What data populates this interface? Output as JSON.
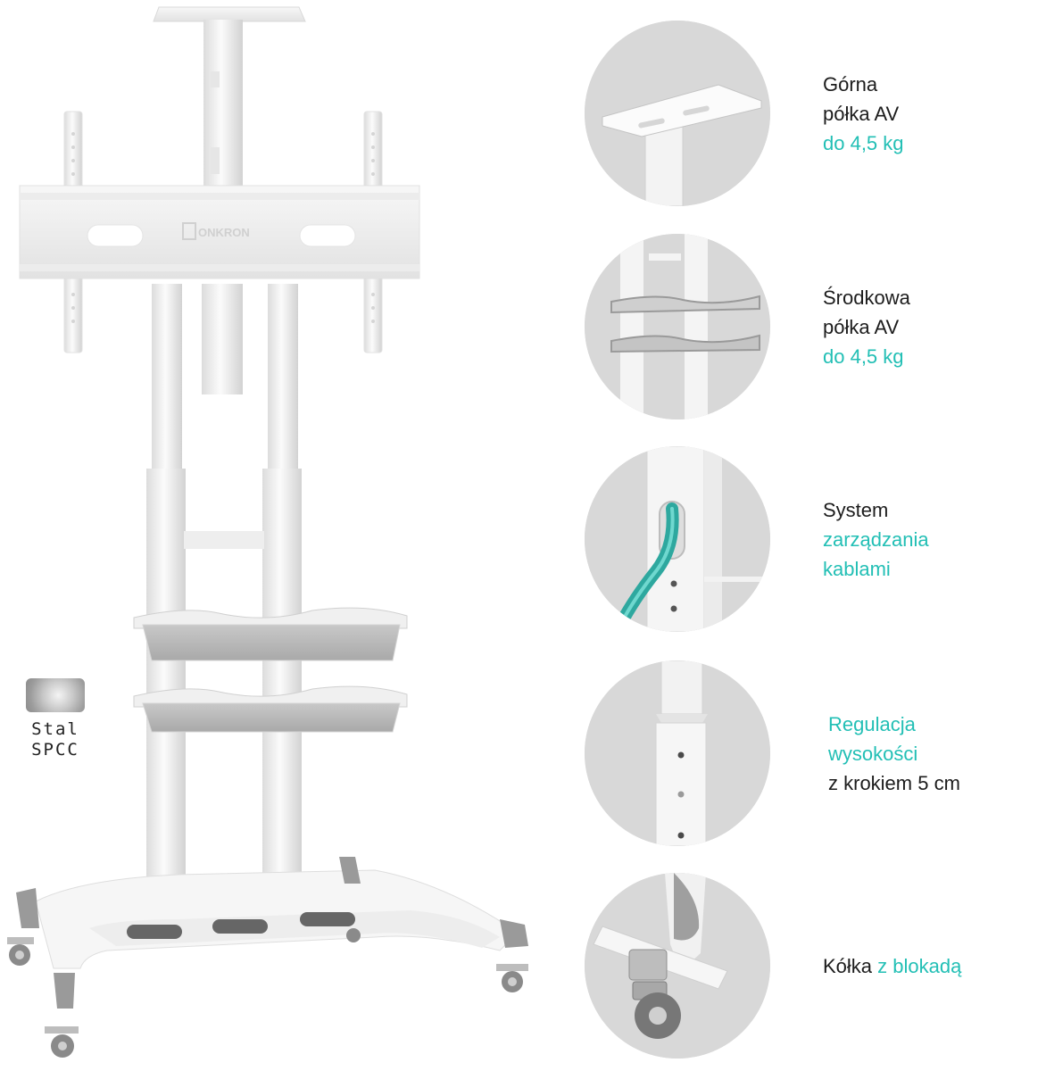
{
  "product": {
    "brand_logo_text": "ONKRON"
  },
  "material": {
    "line1": "Stal",
    "line2": "SPCC"
  },
  "colors": {
    "accent": "#22bfb5",
    "text": "#1c1c1c",
    "stand": "#f1f1f1",
    "circle_bg": "#dcdcdc"
  },
  "features": [
    {
      "icon": "top-shelf-icon",
      "lines": [
        {
          "text": "Górna",
          "accent": false
        },
        {
          "text": "półka AV",
          "accent": false
        },
        {
          "text": "do 4,5 kg",
          "accent": true
        }
      ]
    },
    {
      "icon": "middle-shelf-icon",
      "lines": [
        {
          "text": "Środkowa",
          "accent": false
        },
        {
          "text": "półka AV",
          "accent": false
        },
        {
          "text": "do 4,5 kg",
          "accent": true
        }
      ]
    },
    {
      "icon": "cable-management-icon",
      "lines": [
        {
          "text": "System",
          "accent": false
        },
        {
          "text": "zarządzania",
          "accent": true
        },
        {
          "text": "kablami",
          "accent": true
        }
      ]
    },
    {
      "icon": "height-adjust-icon",
      "lines": [
        {
          "text": "Regulacja",
          "accent": true
        },
        {
          "text": "wysokości",
          "accent": true
        },
        {
          "text": "z krokiem 5 cm",
          "accent": false
        }
      ]
    },
    {
      "icon": "wheel-lock-icon",
      "lines": [
        {
          "text": "Kółka ",
          "accent": false,
          "inline": true
        },
        {
          "text": "z blokadą",
          "accent": true,
          "inline": true
        }
      ]
    }
  ]
}
